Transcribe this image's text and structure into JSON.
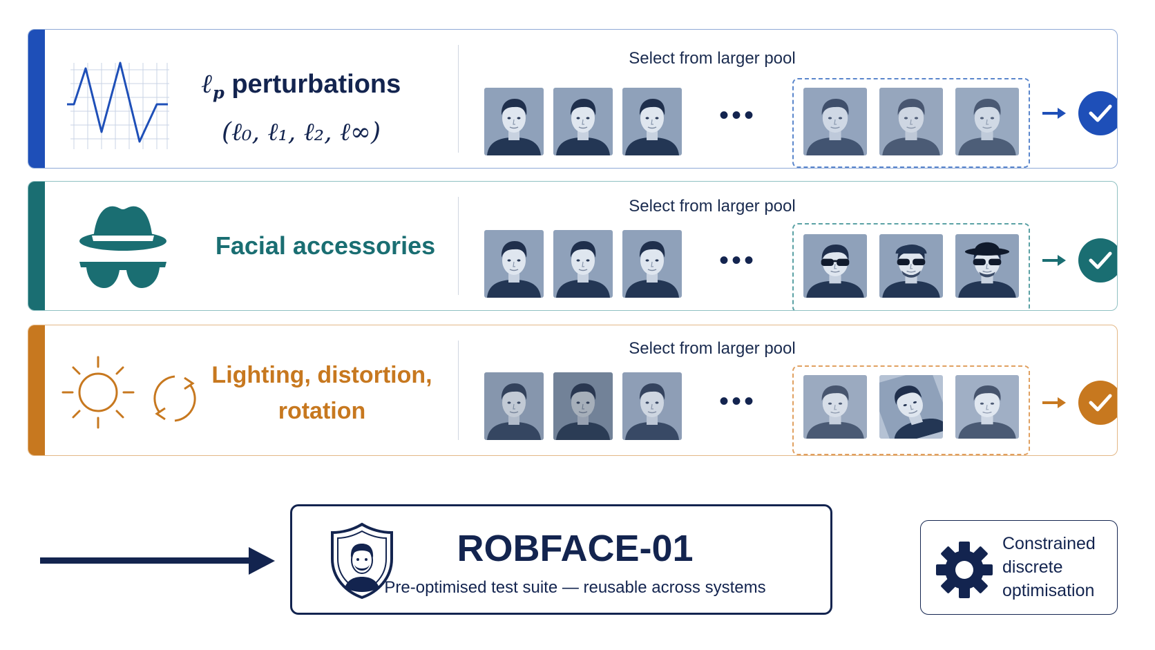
{
  "rows": [
    {
      "id": "lp",
      "color": "#1e4fb8",
      "border": "#8ea9d6",
      "label_line1": "perturbations",
      "label_math": "(ℓ₀, ℓ₁, ℓ₂, ℓ∞)",
      "label_ell": "ℓ",
      "label_sub": "p",
      "pool_title": "Select from larger pool",
      "icon": "waveform-grid-icon"
    },
    {
      "id": "accessories",
      "color": "#1a6e72",
      "border": "#8fc0c2",
      "label": "Facial accessories",
      "pool_title": "Select from larger pool",
      "icon": "hat-sunglasses-icon"
    },
    {
      "id": "lighting",
      "color": "#c7781f",
      "border": "#e3b785",
      "label_line1": "Lighting, distortion,",
      "label_line2": "rotation",
      "pool_title": "Select from larger pool",
      "icon": "sun-rotate-icon"
    }
  ],
  "ellipsis": "•••",
  "suite": {
    "title": "ROBFACE-01",
    "subtitle": "Pre-optimised test suite — reusable across systems",
    "icon": "shield-face-icon"
  },
  "side": {
    "line1": "Constrained",
    "line2": "discrete",
    "line3": "optimisation",
    "icon": "gear-icon"
  },
  "colors": {
    "navy": "#13244f",
    "face_bg": "#8d9fb8",
    "face_dark": "#2d3f5c"
  }
}
